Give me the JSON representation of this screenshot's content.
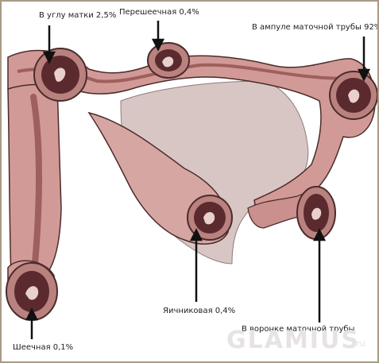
{
  "labels": {
    "corner": "В углу матки 2,5%",
    "isthmic": "Перешеечная 0,4%",
    "ampulla": "В ампуле маточной трубы 92%",
    "ovarian": "Яичниковая 0,4%",
    "fimbrial": "В воронке маточной трубы",
    "cervical": "Шеечная 0,1%"
  },
  "watermark": {
    "text": "GLAMIUS",
    "suffix": ".ru"
  },
  "colors": {
    "tissue": "#d29a96",
    "tissue_dark": "#9e5f5d",
    "cavity": "#5b2a2e",
    "outline": "#4b2b2b",
    "background_tissue": "#d8c6c4"
  }
}
